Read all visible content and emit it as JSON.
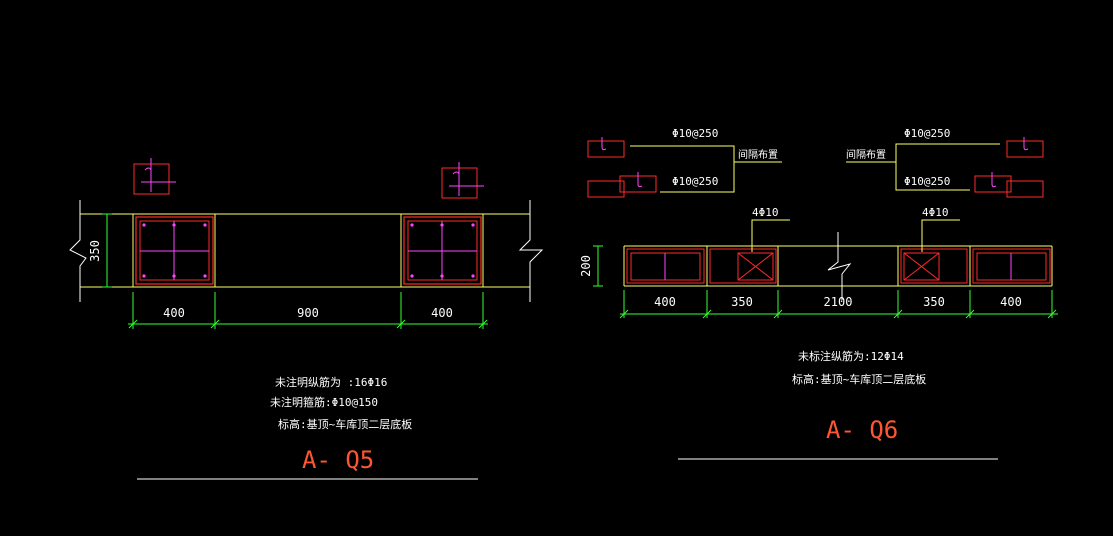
{
  "colors": {
    "background": "#000000",
    "wall": "#ffff66",
    "column": "#ff2a2a",
    "rebar": "#ff44ff",
    "dimension": "#33ff33",
    "text": "#ffffff",
    "title": "#ff5533",
    "underline": "#ffffff"
  },
  "q5": {
    "dims": [
      "400",
      "900",
      "400"
    ],
    "height_dim": "350",
    "notes": [
      "未注明纵筋为 :16Φ16",
      "未注明箍筋:Φ10@150",
      "标高:基顶~车库顶二层底板"
    ],
    "title": "A- Q5"
  },
  "q6": {
    "dims": [
      "400",
      "350",
      "2100",
      "350",
      "400"
    ],
    "height_dim": "200",
    "callouts": {
      "left_top": "Φ10@250",
      "left_bottom": "Φ10@250",
      "left_label": "间隔布置",
      "right_top": "Φ10@250",
      "right_bottom": "Φ10@250",
      "right_label": "间隔布置",
      "bar_left": "4Φ10",
      "bar_right": "4Φ10"
    },
    "notes": [
      "未标注纵筋为:12Φ14",
      "标高:基顶~车库顶二层底板"
    ],
    "title": "A- Q6"
  }
}
